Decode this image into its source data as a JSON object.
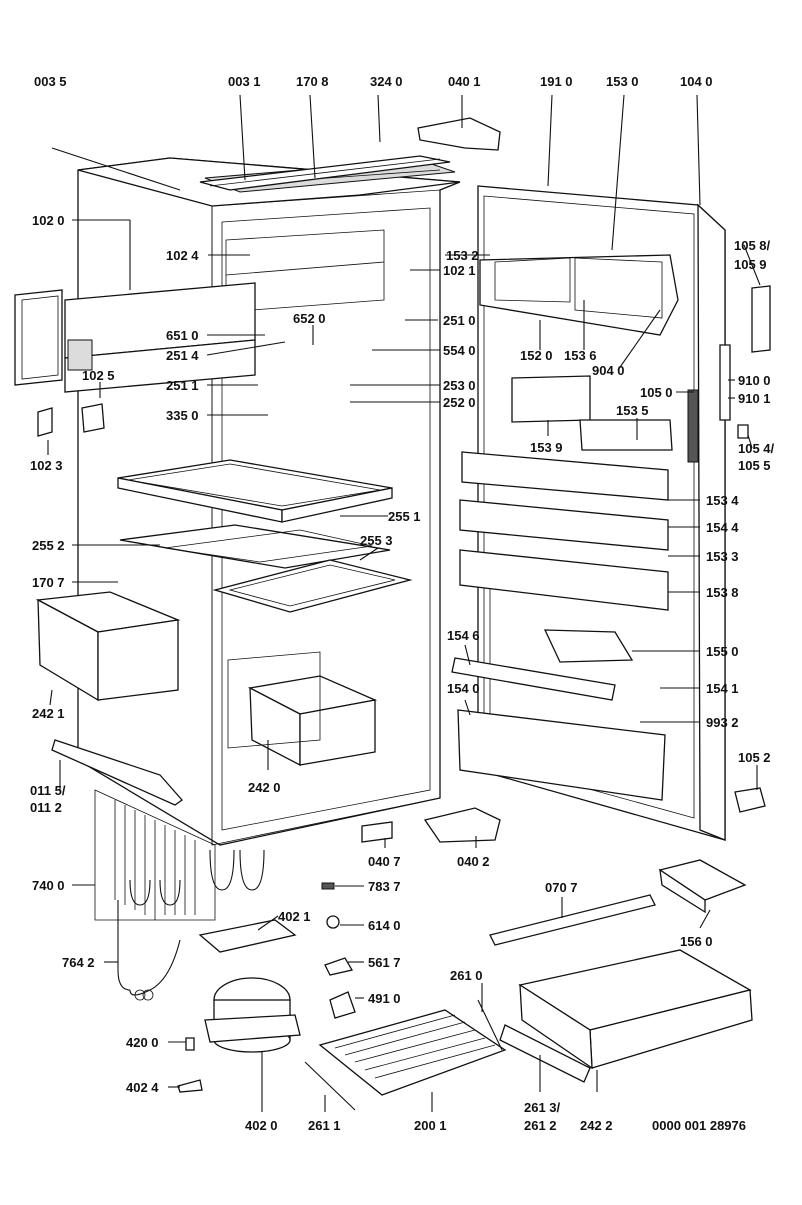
{
  "diagram": {
    "part_labels": [
      "003 5",
      "003 1",
      "170 8",
      "324 0",
      "040 1",
      "191 0",
      "153 0",
      "104 0",
      "102 0",
      "102 4",
      "153 2",
      "102 1",
      "105 8/",
      "105 9",
      "651 0",
      "652 0",
      "251 0",
      "251 4",
      "554 0",
      "152 0",
      "153 6",
      "904 0",
      "102 5",
      "251 1",
      "253 0",
      "252 0",
      "105 0",
      "910 0",
      "910 1",
      "335 0",
      "153 5",
      "102 3",
      "153 9",
      "105 4/",
      "105 5",
      "255 1",
      "153 4",
      "154 4",
      "255 2",
      "255 3",
      "153 3",
      "170 7",
      "153 8",
      "154 6",
      "155 0",
      "154 0",
      "154 1",
      "242 1",
      "993 2",
      "242 0",
      "105 2",
      "011 5/",
      "011 2",
      "040 7",
      "040 2",
      "740 0",
      "783 7",
      "070 7",
      "402 1",
      "614 0",
      "156 0",
      "764 2",
      "561 7",
      "261 0",
      "491 0",
      "420 0",
      "402 4",
      "261 3/",
      "261 2",
      "402 0",
      "261 1",
      "200 1",
      "242 2"
    ],
    "drawing_code": "0000 001 28976"
  }
}
